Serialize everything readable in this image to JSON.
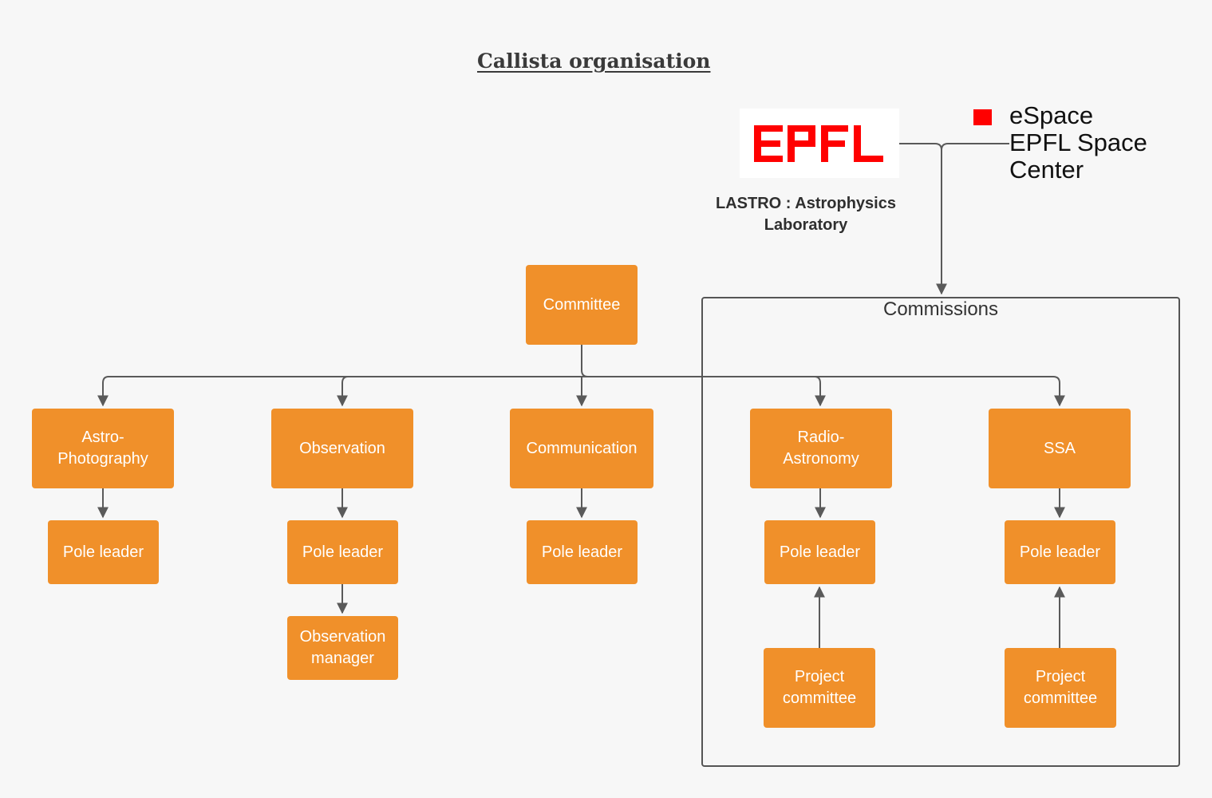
{
  "title": "Callista organisation",
  "colors": {
    "box_fill": "#f0902a",
    "box_text": "#ffffff",
    "connector": "#5a5a5a",
    "epfl_red": "#ff0000",
    "background": "#f7f7f7"
  },
  "affiliations": {
    "epfl_logo_text": "EPFL",
    "lastro_label": "LASTRO : Astrophysics\nLaboratory",
    "espace_label": "eSpace\nEPFL Space\nCenter"
  },
  "commissions": {
    "label": "Commissions"
  },
  "nodes": {
    "committee": "Committee",
    "astro_photography": "Astro-\nPhotography",
    "observation": "Observation",
    "communication": "Communication",
    "radio_astronomy": "Radio-\nAstronomy",
    "ssa": "SSA",
    "pole_leader_astro": "Pole leader",
    "pole_leader_observation": "Pole leader",
    "pole_leader_communication": "Pole leader",
    "pole_leader_radio": "Pole leader",
    "pole_leader_ssa": "Pole leader",
    "observation_manager": "Observation\nmanager",
    "project_committee_radio": "Project\ncommittee",
    "project_committee_ssa": "Project\ncommittee"
  }
}
